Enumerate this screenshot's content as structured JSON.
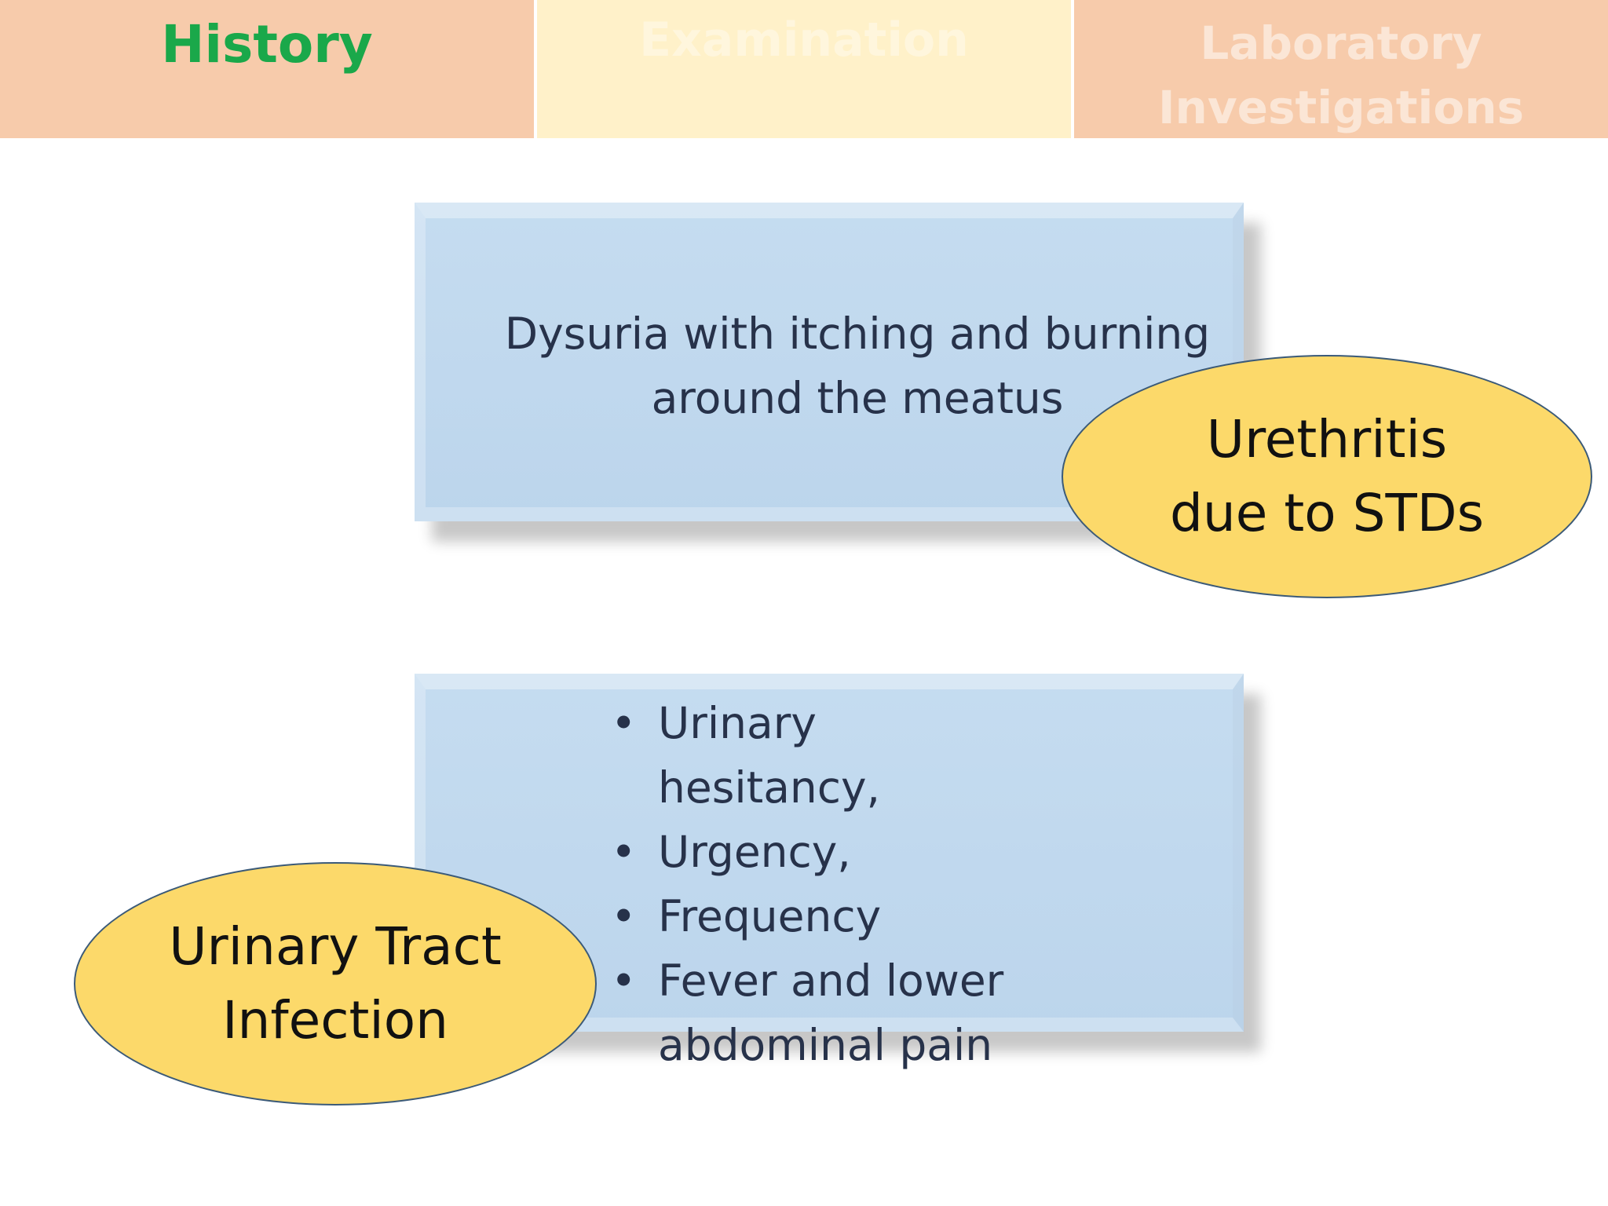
{
  "tabs": {
    "history": "History",
    "examination": "Examination",
    "laboratory_line1": "Laboratory",
    "laboratory_line2": "Investigations"
  },
  "colors": {
    "tab_active_text": "#1aa84a",
    "tab_bg_orange": "#f7cbab",
    "tab_bg_cream": "#fff1c9",
    "card_blue": "#bcd5ec",
    "oval_yellow": "#fcd96a",
    "body_text": "#27324a"
  },
  "top_card": {
    "line1": "Dysuria with itching and burning",
    "line2": "around the meatus"
  },
  "top_oval": {
    "line1": "Urethritis",
    "line2": "due to STDs"
  },
  "bottom_card": {
    "bullet": "•",
    "items": [
      "Urinary hesitancy,",
      "Urgency,",
      "Frequency",
      "Fever and lower abdominal pain"
    ]
  },
  "bottom_oval": {
    "line1": "Urinary Tract",
    "line2": "Infection"
  }
}
